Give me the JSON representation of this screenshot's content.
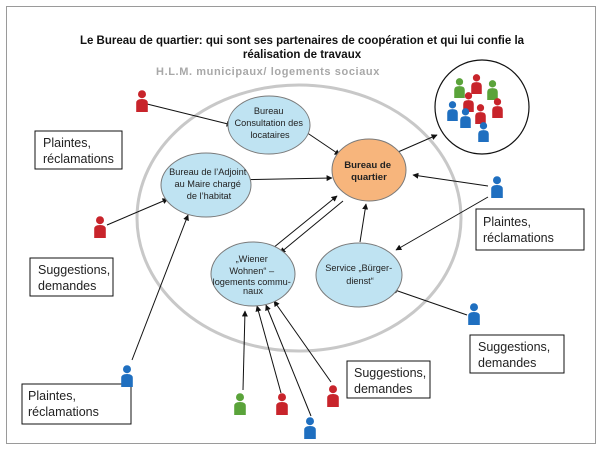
{
  "diagram": {
    "title_line1": "Le Bureau de quartier: qui sont ses partenaires de coopération et qui lui confie la",
    "title_line2": "réalisation de travaux",
    "subtitle": "H.L.M. municipaux/ logements sociaux",
    "nodes": {
      "consultation": [
        "Bureau",
        "Consultation des",
        "locataires"
      ],
      "bureau_quartier": [
        "Bureau de",
        "quartier"
      ],
      "adjoint": [
        "Bureau de l’Adjoint",
        "au Maire chargé",
        "de l’habitat"
      ],
      "wiener_wohnen": [
        "„Wiener",
        "Wohnen“ –",
        "logements commu-",
        "naux"
      ],
      "service_buerger": [
        "Service „Bürger-",
        "dienst“"
      ]
    },
    "boxes": {
      "plaintes_top_left": [
        "Plaintes,",
        "réclamations"
      ],
      "suggestions_left": [
        "Suggestions,",
        "demandes"
      ],
      "plaintes_bottom_left": [
        "Plaintes,",
        "réclamations"
      ],
      "suggestions_bottom": [
        "Suggestions,",
        "demandes"
      ],
      "plaintes_right": [
        "Plaintes,",
        "réclamations"
      ],
      "suggestions_right": [
        "Suggestions,",
        "demandes"
      ]
    },
    "colors": {
      "red": "#c8242b",
      "green": "#5aa33a",
      "blue": "#1f6fc0",
      "orange_node": "#f7b57c",
      "blue_node": "#bfe3f2",
      "outer_ring": "#c8c8c8"
    }
  }
}
